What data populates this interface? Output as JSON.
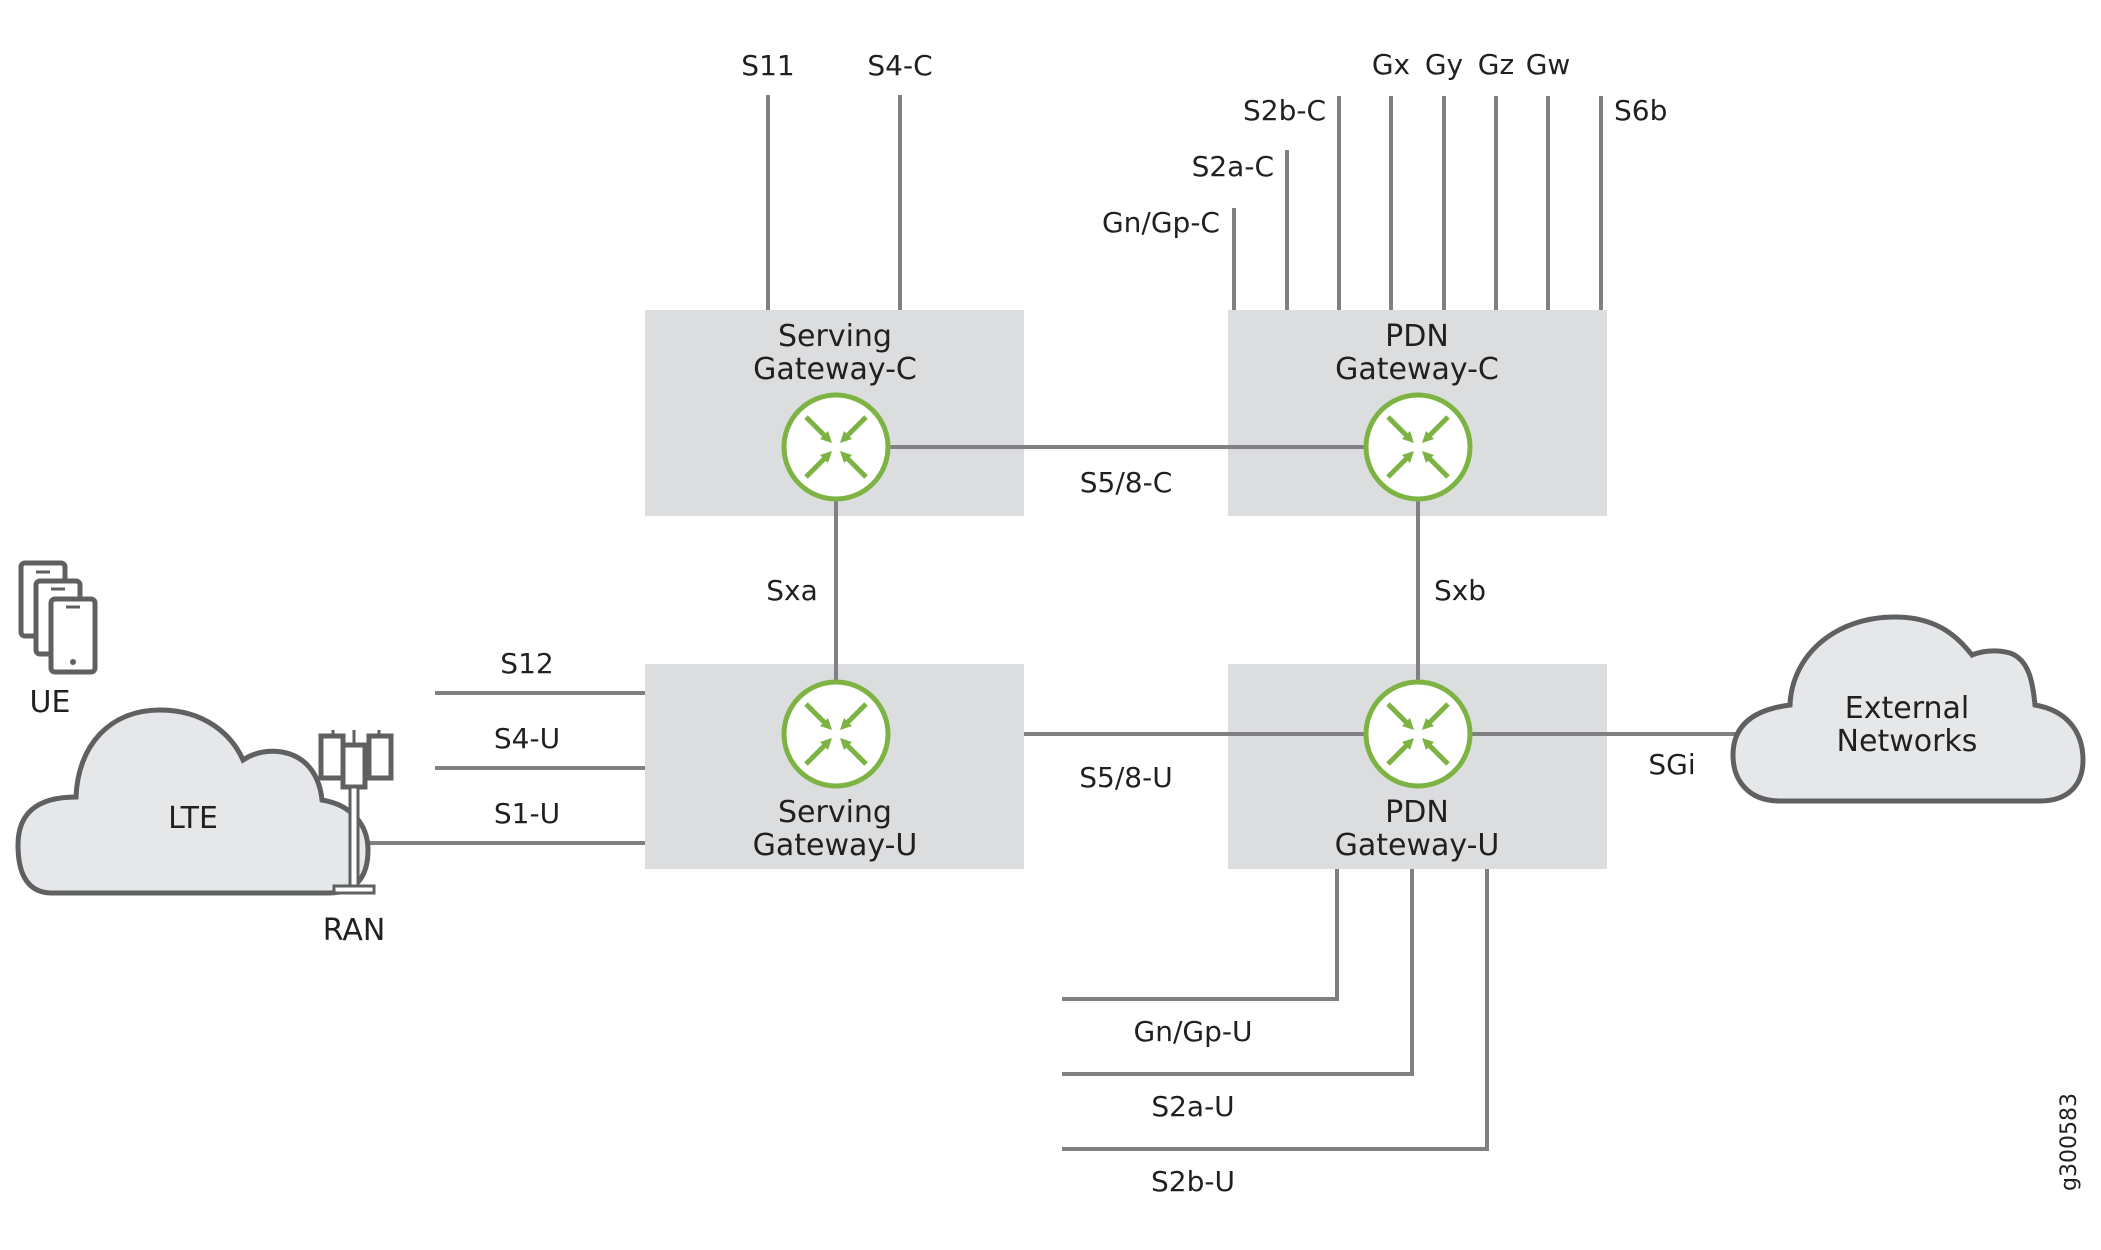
{
  "figure_id": "g300583",
  "colors": {
    "gateway_box": "#dcdddf",
    "link": "#808083",
    "router_accent": "#7cb342",
    "cloud_fill": "#e6e7e8",
    "cloud_outline": "#5f6062",
    "text": "#231f20"
  },
  "nodes": {
    "ue": {
      "label": "UE",
      "icon": "mobile-devices-icon"
    },
    "lte": {
      "label": "LTE",
      "icon": "cloud-icon"
    },
    "ran": {
      "label": "RAN",
      "icon": "cell-tower-icon"
    },
    "external": {
      "label_line1": "External",
      "label_line2": "Networks",
      "icon": "cloud-icon"
    },
    "sgw_c": {
      "label_line1": "Serving",
      "label_line2": "Gateway-C",
      "icon": "router-icon"
    },
    "pgw_c": {
      "label_line1": "PDN",
      "label_line2": "Gateway-C",
      "icon": "router-icon"
    },
    "sgw_u": {
      "label_line1": "Serving",
      "label_line2": "Gateway-U",
      "icon": "router-icon"
    },
    "pgw_u": {
      "label_line1": "PDN",
      "label_line2": "Gateway-U",
      "icon": "router-icon"
    }
  },
  "interfaces": {
    "s11": "S11",
    "s4c": "S4-C",
    "gn_gp_c": "Gn/Gp-C",
    "s2a_c": "S2a-C",
    "s2b_c": "S2b-C",
    "gx": "Gx",
    "gy": "Gy",
    "gz": "Gz",
    "gw": "Gw",
    "s6b": "S6b",
    "s5_8_c": "S5/8-C",
    "sxa": "Sxa",
    "sxb": "Sxb",
    "s12": "S12",
    "s4u": "S4-U",
    "s1u": "S1-U",
    "s5_8_u": "S5/8-U",
    "sgi": "SGi",
    "gn_gp_u": "Gn/Gp-U",
    "s2a_u": "S2a-U",
    "s2b_u": "S2b-U"
  }
}
